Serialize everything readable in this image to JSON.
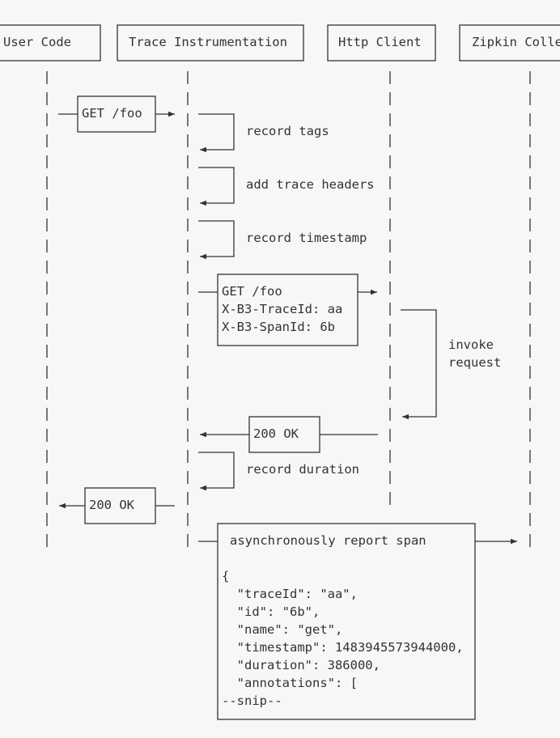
{
  "participants": [
    {
      "id": "user",
      "label": "User Code"
    },
    {
      "id": "trace",
      "label": "Trace Instrumentation"
    },
    {
      "id": "http",
      "label": "Http Client"
    },
    {
      "id": "zipkin",
      "label": "Zipkin Collector"
    }
  ],
  "messages": {
    "get_foo": "GET /foo",
    "record_tags": "record tags",
    "add_trace_headers": "add trace headers",
    "record_timestamp": "record timestamp",
    "request_lines": [
      "GET /foo",
      "X-B3-TraceId: aa",
      "X-B3-SpanId: 6b"
    ],
    "invoke_request": [
      "invoke",
      "request"
    ],
    "ok_http": "200 OK",
    "record_duration": "record duration",
    "ok_user": "200 OK",
    "report_title": "asynchronously report span",
    "span_json_lines": [
      "{",
      "  \"traceId\": \"aa\",",
      "  \"id\": \"6b\",",
      "  \"name\": \"get\",",
      "  \"timestamp\": 1483945573944000,",
      "  \"duration\": 386000,",
      "  \"annotations\": [",
      "--snip--"
    ]
  },
  "colors": {
    "background": "#f7f7f7",
    "ink": "#333333"
  }
}
